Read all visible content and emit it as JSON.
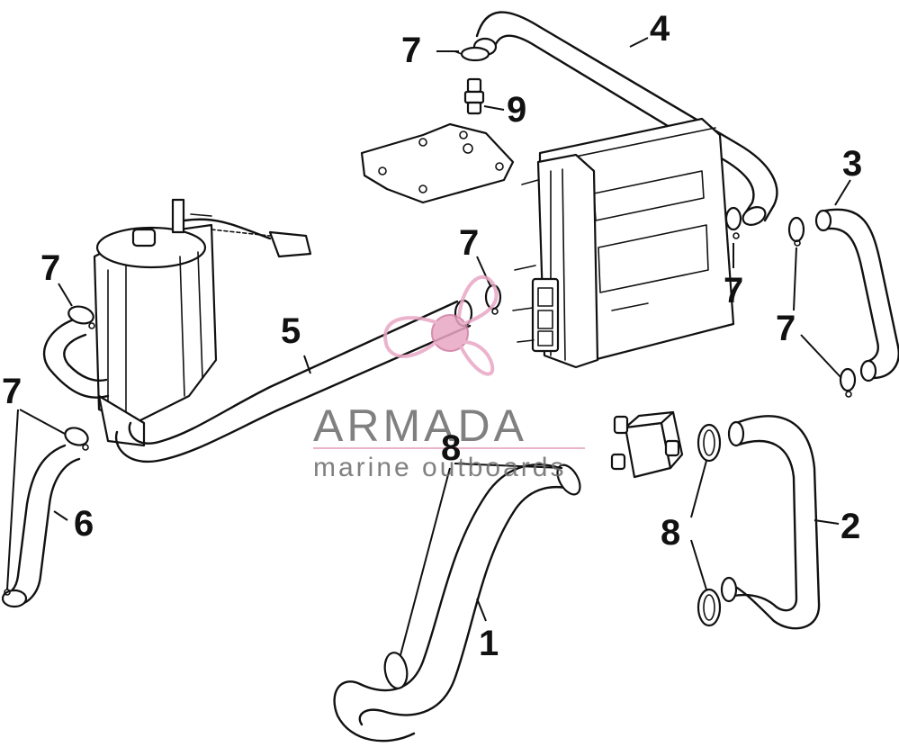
{
  "callouts": [
    {
      "key": "c4",
      "text": "4"
    },
    {
      "key": "c7a",
      "text": "7"
    },
    {
      "key": "c9",
      "text": "9"
    },
    {
      "key": "c3",
      "text": "3"
    },
    {
      "key": "c7b",
      "text": "7"
    },
    {
      "key": "c7c",
      "text": "7"
    },
    {
      "key": "c7d",
      "text": "7"
    },
    {
      "key": "c7e",
      "text": "7"
    },
    {
      "key": "c5",
      "text": "5"
    },
    {
      "key": "c7f",
      "text": "7"
    },
    {
      "key": "c8a",
      "text": "8"
    },
    {
      "key": "c6",
      "text": "6"
    },
    {
      "key": "c2",
      "text": "2"
    },
    {
      "key": "c8b",
      "text": "8"
    },
    {
      "key": "c1",
      "text": "1"
    }
  ],
  "watermark": {
    "title": "ARMADA",
    "subtitle": "marine outboards",
    "accent_color": "#e8a6c4"
  }
}
